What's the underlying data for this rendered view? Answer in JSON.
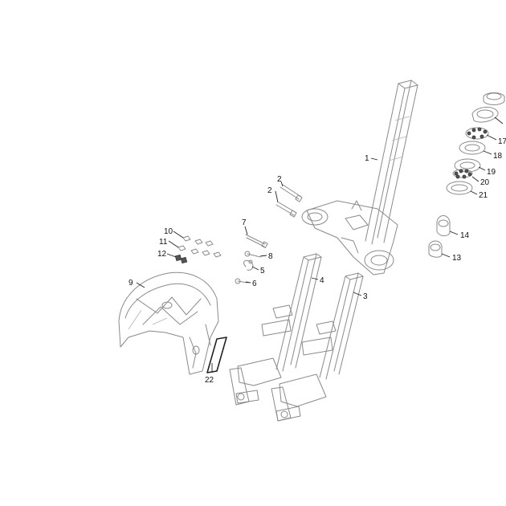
{
  "callouts": {
    "c1": "1",
    "c2a": "2",
    "c2b": "2",
    "c3": "3",
    "c4": "4",
    "c5": "5",
    "c6": "6",
    "c7": "7",
    "c8": "8",
    "c9": "9",
    "c10": "10",
    "c11": "11",
    "c12": "12",
    "c13": "13",
    "c14": "14",
    "c17": "17",
    "c18": "18",
    "c19": "19",
    "c20": "20",
    "c21": "21",
    "c22": "22"
  }
}
